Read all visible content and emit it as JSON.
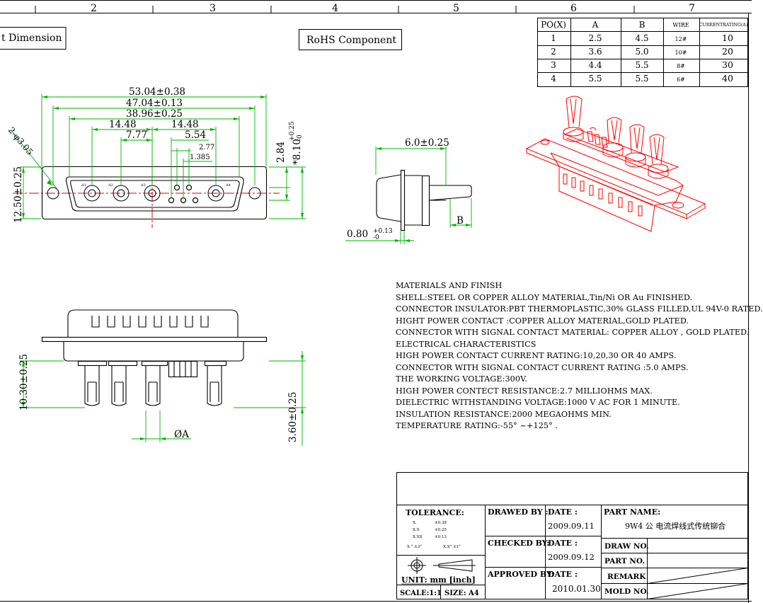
{
  "ruler": {
    "zones": [
      "2",
      "3",
      "4",
      "5",
      "6",
      "7"
    ]
  },
  "labels": {
    "dimension_box": "t Dimension",
    "rohs": "RoHS  Component"
  },
  "po_table": {
    "headers": [
      "PO(X)",
      "A",
      "B",
      "WIRE",
      "CURRENTRATING(A)"
    ],
    "rows": [
      [
        "1",
        "2.5",
        "4.5",
        "12#",
        "10"
      ],
      [
        "2",
        "3.6",
        "5.0",
        "10#",
        "20"
      ],
      [
        "3",
        "4.4",
        "5.5",
        "8#",
        "30"
      ],
      [
        "4",
        "5.5",
        "5.5",
        "6#",
        "40"
      ]
    ]
  },
  "dimensions": {
    "overall_width": "53.04±0.38",
    "hole_spacing": "47.04±0.13",
    "shell_width": "38.96±0.25",
    "left_pitch": "14.48",
    "right_pitch": "14.48",
    "inner_pitch": "7.77",
    "signal_span": "5.54",
    "signal_pitch": "2.77",
    "signal_half": "1.385",
    "mount_hole": "2-φ3.05",
    "height": "12.50±0.25",
    "row_offset": "2.84",
    "total_height": "*8.10",
    "total_height_tol_up": "+0.25",
    "total_height_tol_down": "-0",
    "side_depth": "6.0±0.25",
    "flange": "0.80",
    "flange_tol_up": "+0.13",
    "flange_tol_down": "-0",
    "b_label": "B",
    "pin_length": "10.30±0.25",
    "pin_tip": "3.60±0.25",
    "dia_a": "ØA"
  },
  "pin_labels": [
    "A1",
    "A2",
    "A3",
    "A4"
  ],
  "specs": [
    "MATERIALS AND  FINISH",
    "SHELL:STEEL OR COPPER ALLOY MATERIAL,Tin/Ni OR Au FINISHED.",
    "CONNECTOR INSULATOR:PBT THERMOPLASTIC,30% GLASS FILLED,UL 94V-0 RATED.",
    "HIGHT POWER CONTACT :COPPER ALLOY MATERIAL,GOLD PLATED.",
    "CONNECTOR WITH SIGNAL CONTACT MATERIAL: COPPER ALLOY , GOLD PLATED.",
    "ELECTRICAL CHARACTERISTICS",
    "HIGH POWER CONTACT CURRENT RATING:10,20,30 OR 40 AMPS.",
    "CONNECTOR WITH SIGNAL CONTACT CURRENT RATING :5.0 AMPS.",
    "THE WORKING VOLTAGE:300V.",
    "HIGH POWER CONTECT RESISTANCE:2.7 MILLIOHMS MAX.",
    "DIELECTRIC WITHSTANDING VOLTAGE:1000 V AC FOR 1 MINUTE.",
    "INSULATION RESISTANCE:2000 MEGAOHMS MIN.",
    "TEMPERATURE RATING:-55° ~+125° ."
  ],
  "title_block": {
    "tolerance_title": "TOLERANCE:",
    "tol_rows": [
      [
        "X.",
        "±0.38"
      ],
      [
        "X.X",
        "±0.25"
      ],
      [
        "X.XX",
        "±0.13"
      ]
    ],
    "tol_angle_1": "X.° ±3°",
    "tol_angle_2": "X.X° ±1°",
    "unit": "UNIT: mm [inch]",
    "scale": "SCALE:1:1",
    "size": "SIZE: A4",
    "drawed_by": "DRAWED BY :",
    "checked_by": "CHECKED BY:",
    "approved_by": "APPROVED BY:",
    "date_label": "DATE :",
    "date_drawed": "2009.09.11",
    "date_checked": "2009.09.12",
    "date_approved": "2010.01.30",
    "part_name_label": "PART NAME:",
    "part_name": "9W4 公 电流焊线式传统铆合",
    "draw_no": "DRAW NO.",
    "part_no": "PART NO.",
    "remark": "REMARK",
    "mold_no": "MOLD NO."
  },
  "colors": {
    "dimension_green": "#00b400",
    "centerline_red": "#e00000",
    "iso_red": "#ff0000",
    "ink": "#000000"
  }
}
